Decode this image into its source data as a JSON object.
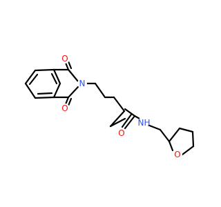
{
  "molecule": {
    "atoms": {
      "o_top": {
        "label": "O",
        "color": "#ff0d0d"
      },
      "o_bottom": {
        "label": "O",
        "color": "#ff0d0d"
      },
      "n_imide": {
        "label": "N",
        "color": "#3050f8"
      },
      "o_amide": {
        "label": "O",
        "color": "#ff0d0d"
      },
      "nh_amide": {
        "label": "N",
        "color": "#3050f8"
      },
      "h_amide": {
        "label": "H",
        "color": "#3050f8"
      },
      "o_ring": {
        "label": "O",
        "color": "#ff0d0d"
      }
    },
    "bond_color": "#000000"
  }
}
